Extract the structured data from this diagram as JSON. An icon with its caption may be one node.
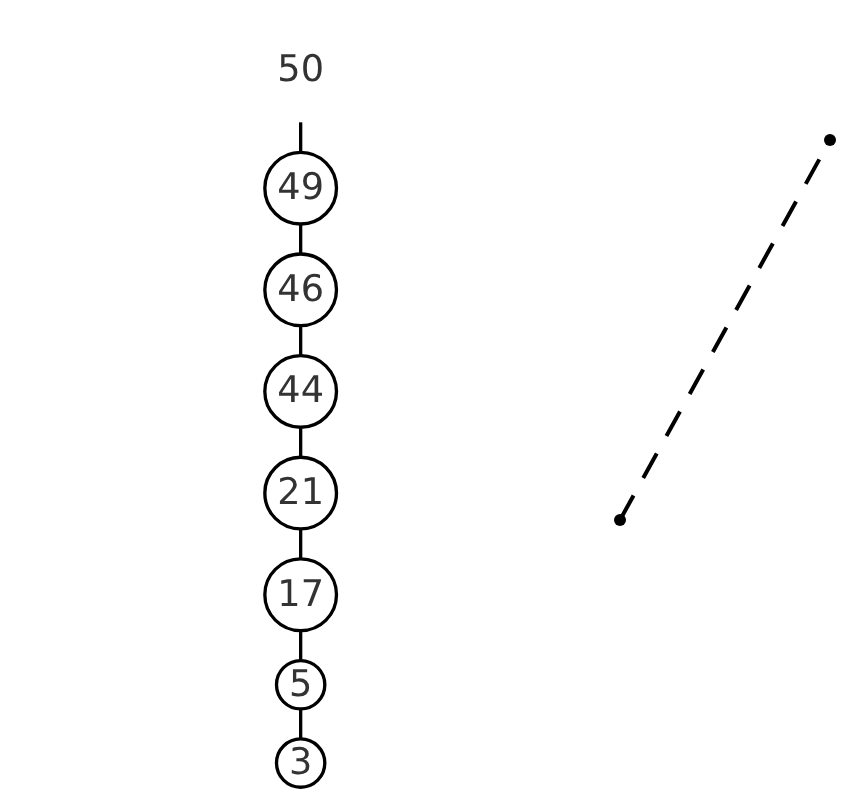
{
  "diagram": {
    "nodes": [
      {
        "text": [
          "50"
        ]
      },
      {
        "text": [
          "49"
        ]
      },
      {
        "text": [
          "46"
        ]
      },
      {
        "text": [
          "44"
        ]
      },
      {
        "text": [
          "21"
        ]
      },
      {
        "text": [
          "17"
        ]
      },
      {
        "text": [
          "5"
        ]
      },
      {
        "text": [
          "3"
        ]
      }
    ],
    "edges": [
      {
        "from": 7,
        "to": 6,
        "arrow": "none"
      },
      {
        "from": 6,
        "to": 5,
        "arrow": "none"
      },
      {
        "from": 5,
        "to": 4,
        "arrow": "none"
      },
      {
        "from": 4,
        "to": 3,
        "arrow": "none"
      },
      {
        "from": 3,
        "to": 2,
        "arrow": "none"
      },
      {
        "from": 2,
        "to": 1,
        "arrow": "none"
      },
      {
        "from": 1,
        "to": 0,
        "arrow": "none"
      }
    ]
  }
}
